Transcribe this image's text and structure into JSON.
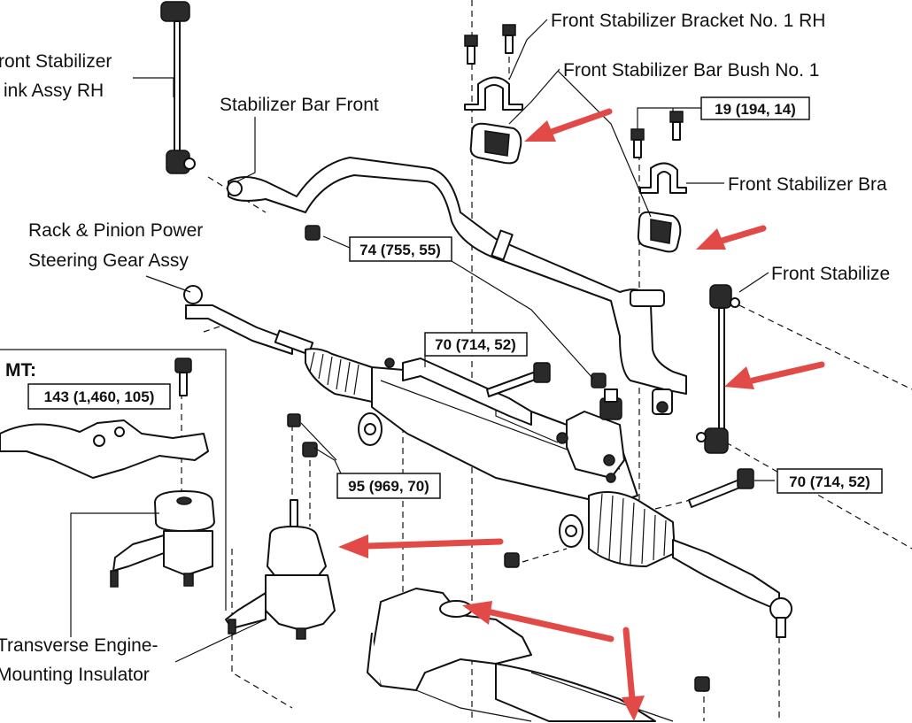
{
  "labels": {
    "link_rh_line1": "ront Stabilizer",
    "link_rh_line2": "ink Assy RH",
    "stabilizer_bar_front": "Stabilizer Bar Front",
    "bracket_no1_rh": "Front Stabilizer Bracket No. 1 RH",
    "bar_bush_no1": "Front Stabilizer Bar Bush No. 1",
    "bracket_lh_partial": "Front Stabilizer Bra",
    "link_lh_partial": "Front Stabilize",
    "rack_line1": "Rack & Pinion Power",
    "rack_line2": "Steering Gear Assy",
    "mt": "MT:",
    "engine_mount_line1": "Transverse  Engine-",
    "engine_mount_line2": "Mounting Insulator"
  },
  "torque_specs": {
    "bracket_bolts": "19 (194, 14)",
    "stabilizer_nut": "74 (755, 55)",
    "rack_bolt_upper": "70 (714, 52)",
    "mt_bolt": "143 (1,460, 105)",
    "mount_nuts": "95 (969, 70)",
    "rack_bolt_right": "70 (714, 52)"
  },
  "colors": {
    "line": "#111111",
    "arrow": "#e24a47",
    "background": "#ffffff"
  }
}
